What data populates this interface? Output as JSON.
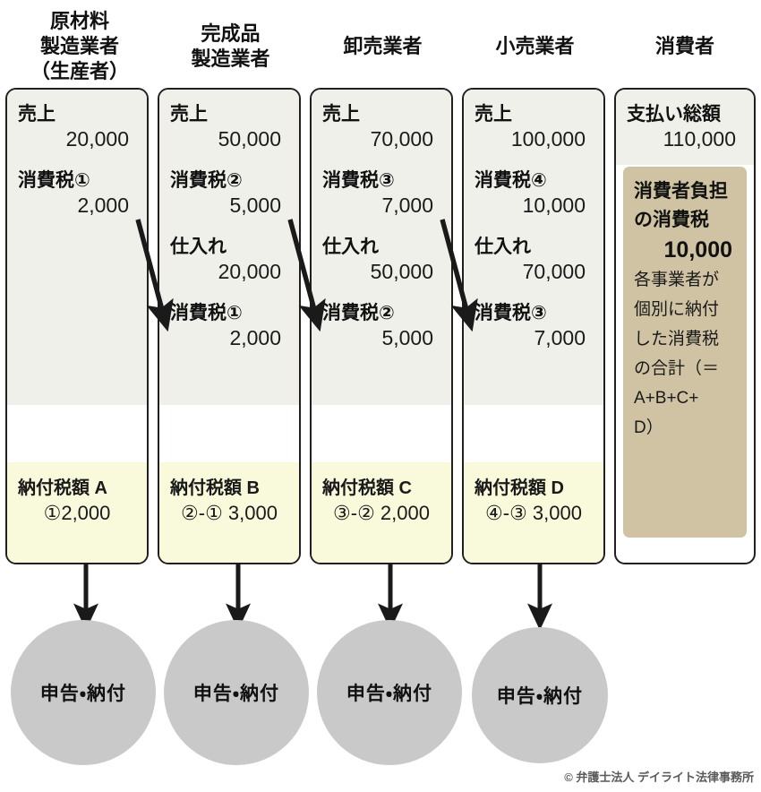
{
  "meta": {
    "title": "消費税の流れ（多段階課税）図",
    "footer": "© 弁護士法人 デイライト法律事務所",
    "colors": {
      "panel_top": "#f0f0ea",
      "panel_bottom": "#f9f9dc",
      "panel_tan": "#cfc3a3",
      "circle": "#c9c9c9",
      "outline": "#231f20",
      "text": "#111111"
    }
  },
  "columns": [
    {
      "id": "raw-material-manufacturer",
      "header_lines": [
        "原材料",
        "製造業者",
        "（生産者）"
      ],
      "rows": [
        {
          "label": "売上",
          "value": "20,000"
        },
        {
          "label": "消費税①",
          "value": "2,000"
        }
      ],
      "payment": {
        "label": "納付税額 A",
        "formula": "①2,000"
      },
      "circle_label": "申告・納付"
    },
    {
      "id": "finished-goods-manufacturer",
      "header_lines": [
        "完成品",
        "製造業者"
      ],
      "rows": [
        {
          "label": "売上",
          "value": "50,000"
        },
        {
          "label": "消費税②",
          "value": "5,000"
        },
        {
          "label": "仕入れ",
          "value": "20,000"
        },
        {
          "label": "消費税①",
          "value": "2,000"
        }
      ],
      "payment": {
        "label": "納付税額 B",
        "formula": "②-① 3,000"
      },
      "circle_label": "申告・納付"
    },
    {
      "id": "wholesaler",
      "header_lines": [
        "卸売業者"
      ],
      "rows": [
        {
          "label": "売上",
          "value": "70,000"
        },
        {
          "label": "消費税③",
          "value": "7,000"
        },
        {
          "label": "仕入れ",
          "value": "50,000"
        },
        {
          "label": "消費税②",
          "value": "5,000"
        }
      ],
      "payment": {
        "label": "納付税額 C",
        "formula": "③-② 2,000"
      },
      "circle_label": "申告・納付"
    },
    {
      "id": "retailer",
      "header_lines": [
        "小売業者"
      ],
      "rows": [
        {
          "label": "売上",
          "value": "100,000"
        },
        {
          "label": "消費税④",
          "value": "10,000"
        },
        {
          "label": "仕入れ",
          "value": "70,000"
        },
        {
          "label": "消費税③",
          "value": "7,000"
        }
      ],
      "payment": {
        "label": "納付税額 D",
        "formula": "④-③ 3,000"
      },
      "circle_label": "申告・納付"
    },
    {
      "id": "consumer",
      "header_lines": [
        "消費者"
      ],
      "rows": [
        {
          "label": "支払い総額",
          "value": "110,000"
        }
      ],
      "tan_box": {
        "heading_line1": "消費者負担",
        "heading_line2": "の消費税",
        "amount": "10,000",
        "body_lines": [
          "各事業者が",
          "個別に納付",
          "した消費税",
          "の合計（＝",
          "A+B+C+",
          "D）"
        ]
      }
    }
  ]
}
